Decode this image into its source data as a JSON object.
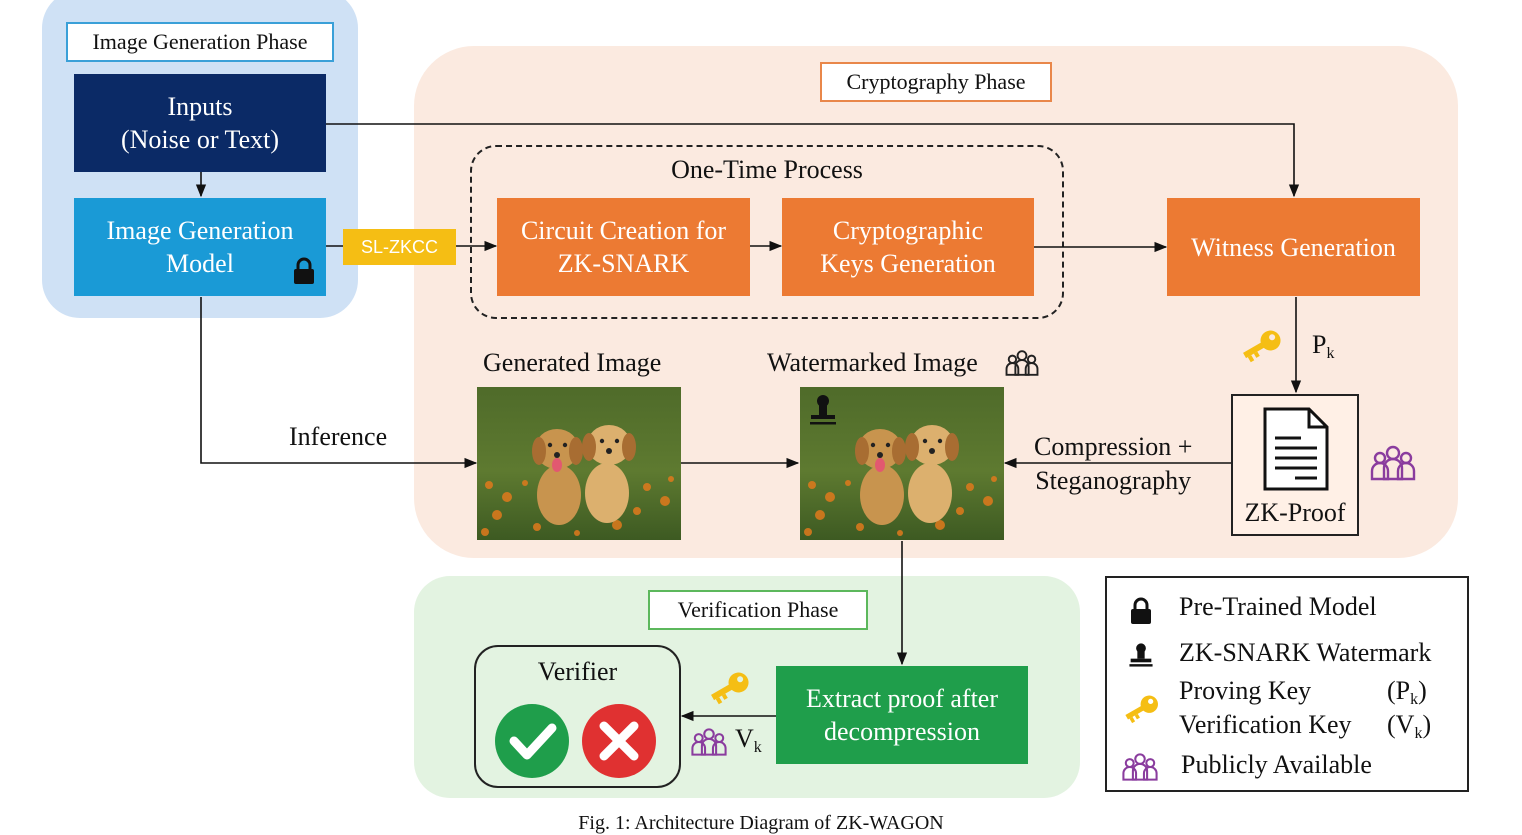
{
  "phases": {
    "image_generation": "Image Generation Phase",
    "cryptography": "Cryptography Phase",
    "verification": "Verification Phase"
  },
  "one_time_process": "One-Time Process",
  "nodes": {
    "inputs": [
      "Inputs",
      "(Noise or Text)"
    ],
    "model": [
      "Image Generation",
      "Model"
    ],
    "sl_zkcc": "SL-ZKCC",
    "circuit": [
      "Circuit Creation for",
      "ZK-SNARK"
    ],
    "keys": [
      "Cryptographic",
      "Keys Generation"
    ],
    "witness": "Witness Generation",
    "zk_proof": "ZK-Proof",
    "extract": [
      "Extract proof after",
      "decompression"
    ],
    "verifier": "Verifier"
  },
  "labels": {
    "generated_image": "Generated Image",
    "watermarked_image": "Watermarked Image",
    "inference": "Inference",
    "compression": [
      "Compression +",
      "Steganography"
    ],
    "pk": "P",
    "vk": "V",
    "subscript": "k"
  },
  "legend": {
    "pretrained": "Pre-Trained Model",
    "watermark": "ZK-SNARK Watermark",
    "proving_key": "Proving Key",
    "proving_key_sym": "(P",
    "verification_key": "Verification Key",
    "verification_key_sym": "(V",
    "close": ")",
    "public": "Publicly Available"
  },
  "caption": "Fig. 1: Architecture Diagram of ZK-WAGON",
  "icons": [
    "lock-icon",
    "stamp-icon",
    "key-icon",
    "people-icon",
    "document-icon",
    "check-icon",
    "cross-icon"
  ],
  "colors": {
    "navy": "#0b2a66",
    "blue": "#1a9ad6",
    "orange": "#ec7a33",
    "gold": "#f5be14",
    "green": "#1f9e4b",
    "purple": "#8a3c9e",
    "red": "#e03131"
  }
}
